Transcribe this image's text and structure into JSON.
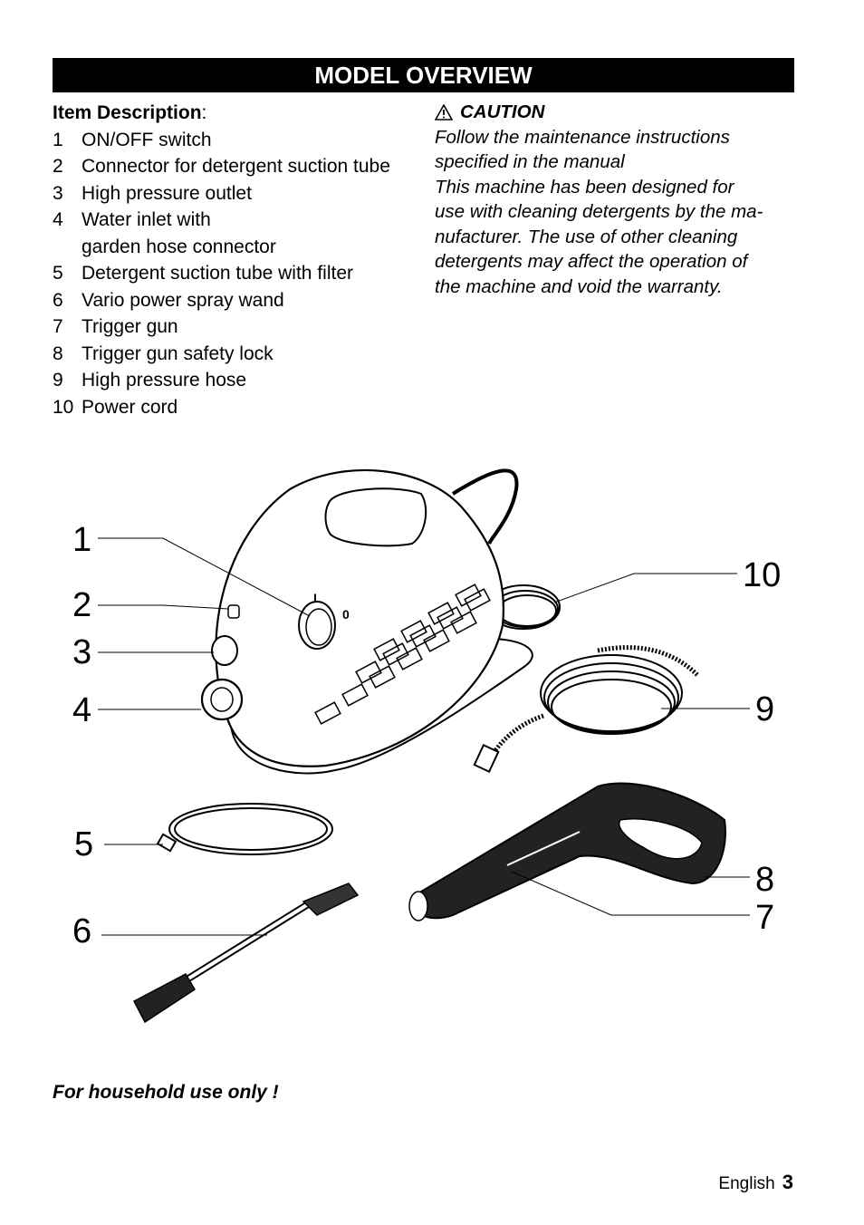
{
  "banner": {
    "title": "MODEL OVERVIEW"
  },
  "items": {
    "heading": "Item Description",
    "heading_suffix": ":",
    "list": [
      {
        "num": "1",
        "text": "ON/OFF switch"
      },
      {
        "num": "2",
        "text": "Connector for detergent suction tube"
      },
      {
        "num": "3",
        "text": "High pressure outlet"
      },
      {
        "num": "4",
        "text": "Water inlet with",
        "text2": "garden hose connector"
      },
      {
        "num": "5",
        "text": "Detergent suction tube with filter"
      },
      {
        "num": "6",
        "text": "Vario power spray wand"
      },
      {
        "num": "7",
        "text": "Trigger gun"
      },
      {
        "num": "8",
        "text": "Trigger gun safety lock"
      },
      {
        "num": "9",
        "text": "High pressure hose"
      },
      {
        "num": "10",
        "text": "Power cord"
      }
    ]
  },
  "caution": {
    "title": "CAUTION",
    "line1": "Follow the maintenance instructions",
    "line2": "specified in the manual",
    "line3": "This machine has been designed for",
    "line4": "use with cleaning detergents by the ma-",
    "line5": "nufacturer. The use of other cleaning",
    "line6": "detergents may affect the operation of",
    "line7": "the machine and void the warranty."
  },
  "figure": {
    "callouts": [
      "1",
      "2",
      "3",
      "4",
      "5",
      "6",
      "7",
      "8",
      "9",
      "10"
    ],
    "switch_labels": {
      "on": "I",
      "off": "0"
    }
  },
  "footer": {
    "note": "For household use only !",
    "language": "English",
    "page": "3"
  }
}
